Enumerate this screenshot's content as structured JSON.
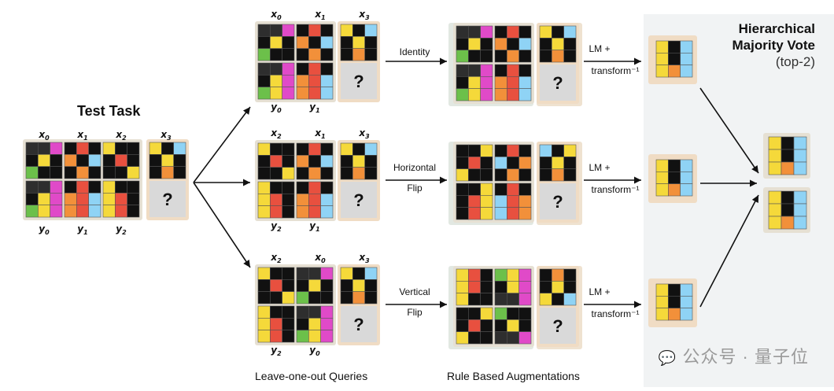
{
  "title": "Test Task",
  "right_title": {
    "line1": "Hierarchical",
    "line2": "Majority Vote",
    "line3": "(top-2)"
  },
  "column_labels": {
    "queries": "Leave-one-out Queries",
    "augmentations": "Rule Based Augmentations"
  },
  "lm_label": {
    "line1": "LM +",
    "line2": "transform⁻¹"
  },
  "transforms": [
    {
      "line1": "Identity",
      "line2": ""
    },
    {
      "line1": "Horizontal",
      "line2": "Flip"
    },
    {
      "line1": "Vertical",
      "line2": "Flip"
    }
  ],
  "test_task": {
    "top_labels": [
      [
        "x",
        "0"
      ],
      [
        "x",
        "1"
      ],
      [
        "x",
        "2"
      ],
      [
        "x",
        "3"
      ]
    ],
    "bottom_labels": [
      [
        "y",
        "0"
      ],
      [
        "y",
        "1"
      ],
      [
        "y",
        "2"
      ]
    ]
  },
  "rows": [
    {
      "top_labels": [
        [
          "x",
          "0"
        ],
        [
          "x",
          "1"
        ],
        [
          "x",
          "3"
        ]
      ],
      "bottom_labels": [
        [
          "y",
          "0"
        ],
        [
          "y",
          "1"
        ]
      ]
    },
    {
      "top_labels": [
        [
          "x",
          "2"
        ],
        [
          "x",
          "1"
        ],
        [
          "x",
          "3"
        ]
      ],
      "bottom_labels": [
        [
          "y",
          "2"
        ],
        [
          "y",
          "1"
        ]
      ]
    },
    {
      "top_labels": [
        [
          "x",
          "2"
        ],
        [
          "x",
          "0"
        ],
        [
          "x",
          "3"
        ]
      ],
      "bottom_labels": [
        [
          "y",
          "2"
        ],
        [
          "y",
          "0"
        ]
      ]
    }
  ],
  "unknown_symbol": "?",
  "watermark": "公众号 · 量子位",
  "colors": {
    "black": "#111111",
    "yellow": "#f5d93a",
    "orange": "#f2903a",
    "red": "#e8503f",
    "blue": "#8fd3f5",
    "green": "#6cc04a",
    "magenta": "#e04ac8",
    "gray": "#444444",
    "dark": "#2e2e2e",
    "panel": "#f1f3f4",
    "frame": "#e6e0d3",
    "frame_peach": "#f0dcc4",
    "qbox": "#d9d9d9"
  }
}
